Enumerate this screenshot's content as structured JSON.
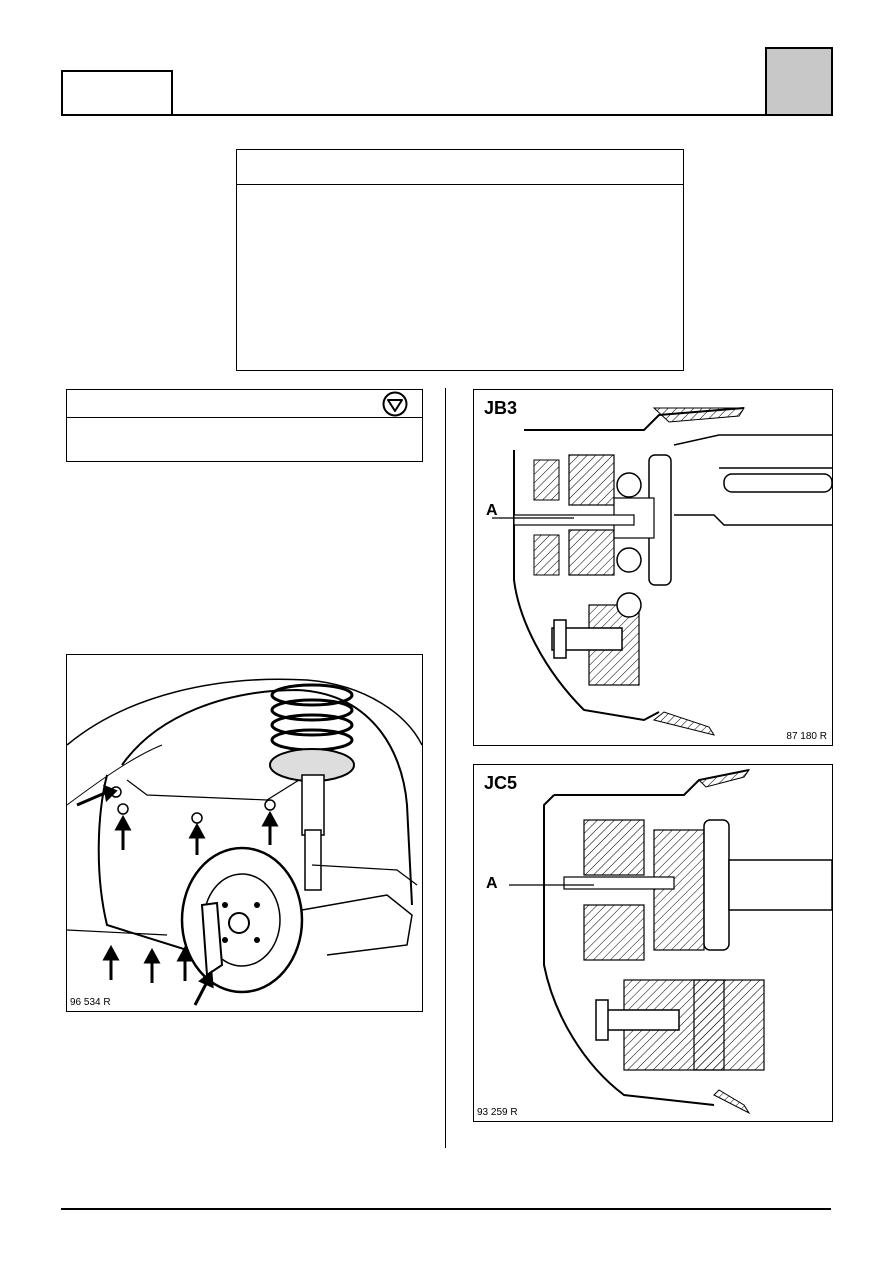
{
  "figures": {
    "wheel_arch": {
      "ref": "96 534 R"
    },
    "jb3": {
      "title": "JB3",
      "callout": "A",
      "ref": "87 180 R"
    },
    "jc5": {
      "title": "JC5",
      "callout": "A",
      "ref": "93 259 R"
    }
  },
  "icons": {
    "warning": "stop-triangle-icon"
  }
}
